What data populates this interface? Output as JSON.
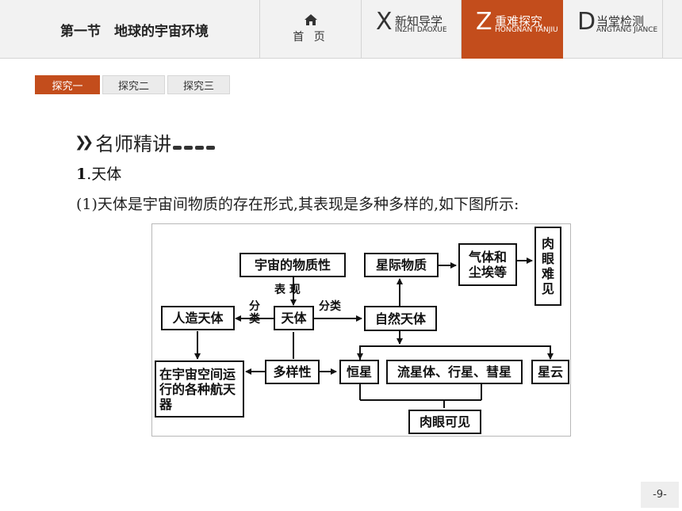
{
  "header": {
    "section_title": "第一节　地球的宇宙环境",
    "home_label": "首 页",
    "nav": [
      {
        "letter": "X",
        "label": "新知导学",
        "pinyin": "INZHI DAOXUE"
      },
      {
        "letter": "Z",
        "label": "重难探究",
        "pinyin": "HONGNAN TANJIU"
      },
      {
        "letter": "D",
        "label": "当堂检测",
        "pinyin": "ANGTANG JIANCE"
      }
    ],
    "accent_color": "#c34d1c"
  },
  "subtabs": [
    "探究一",
    "探究二",
    "探究三"
  ],
  "content": {
    "heading": "名师精讲",
    "sub_number": "1",
    "sub_title": ".天体",
    "paragraph": "(1)天体是宇宙间物质的存在形式,其表现是多种多样的,如下图所示:"
  },
  "diagram": {
    "boxes": {
      "material": "宇宙的物质性",
      "celestial": "天体",
      "artificial": "人造天体",
      "natural": "自然天体",
      "interstellar": "星际物质",
      "gas_dust": "气体和尘埃等",
      "invisible": "肉眼难见",
      "spacecraft": "在宇宙空间运行的各种航天器",
      "diversity": "多样性",
      "star": "恒星",
      "meteor_planet_comet": "流星体、行星、彗星",
      "nebula": "星云",
      "visible": "肉眼可见"
    },
    "labels": {
      "manifest": "表 现",
      "classify_left": "分类",
      "classify_right": "分类"
    }
  },
  "page_number": "-9-"
}
